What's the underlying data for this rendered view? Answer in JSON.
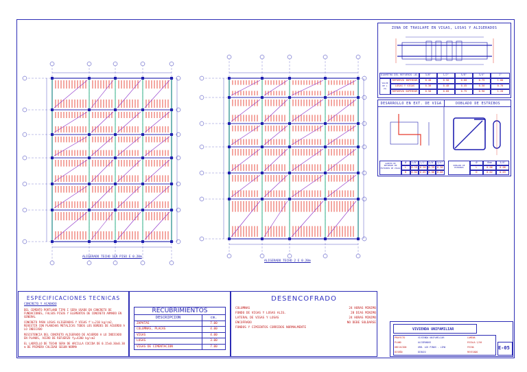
{
  "plans": {
    "left_caption": "ALIGERADO TECHO 1ER PISO E 0.20m",
    "right_caption": "ALIGERADO TECHO 2 E 0.20m"
  },
  "empalme": {
    "title": "ZONA DE TRASLAPE EN VIGAS, LOSAS Y ALIGERADOS",
    "header": [
      "DIAMETRO DEL REFUERZO (Ø)",
      "3/8\"",
      "1/2\"",
      "5/8\"",
      "3/4\"",
      "1\""
    ],
    "side_label": "VALOR DE L (m)",
    "rows": [
      [
        "REFUERZO INFERIOR",
        "0.40",
        "0.50",
        "0.60",
        "0.75",
        "1.00"
      ],
      [
        "LOSAS Y VIGAS",
        "0.30",
        "0.40",
        "0.45",
        "0.50",
        "0.70"
      ],
      [
        "REFUERZO SUPERIOR",
        "0.50",
        "0.60",
        "0.75",
        "0.90",
        "1.20"
      ]
    ]
  },
  "ganchos": {
    "title_left": "DESARROLLO EN EXT. DE VIGA",
    "title_right": "DOBLADO DE ESTRIBOS",
    "left_table_label": "GANCHO DE REFUERZO EN ESTRIBOS DE VIGAS",
    "right_table_label": "DOBLADO DE ESTRIBOS",
    "left_header": [
      "Ø",
      "3/8\"",
      "1/2\"",
      "5/8\"",
      "3/4\""
    ],
    "left_rows": [
      [
        "L",
        "0.15",
        "0.20",
        "0.25",
        "0.30"
      ],
      [
        "D",
        "0.04",
        "0.05",
        "0.06",
        "0.08"
      ]
    ],
    "right_header": [
      "Ø",
      "6mm",
      "3/8\""
    ],
    "right_rows": [
      [
        "L",
        "0.06",
        "0.08"
      ],
      [
        "D",
        "0.02",
        "0.03"
      ]
    ]
  },
  "especificaciones": {
    "title": "ESPECIFICACIONES TECNICAS",
    "subtitle": "CONCRETO Y ACABADO",
    "paragraphs": [
      "DEL CEMENTO PORTLAND TIPO I SERA USADO EN CONCRETO DE FUNDACIONES, FALSOS PISOS Y ELEMENTOS DE CONCRETO ARMADO EN GENERAL",
      "CONCRETO PARA LOSAS ALIGERADAS Y VIGAS f'c=210 kg/cm2, REVESTIR CON PLANCHAS METALICAS TODOS LOS BORDES DE ACUERDO A LO INDICADO",
      "RESISTENCIA DEL CONCRETO ALIGERADO DE ACUERDO A LO INDICADO EN PLANOS, ACERO DE REFUERZO fy=4200 kg/cm2",
      "EL LADRILLO DE TECHO SERA DE ARCILLA COCIDA DE 0.15x0.30x0.30 m DE PRIMERA CALIDAD SEGUN NORMA"
    ]
  },
  "recubrimientos": {
    "title": "RECUBRIMIENTOS",
    "col1": "DESCRIPCION",
    "col2": "cm.",
    "rows": [
      [
        "ZAPATAS",
        "7.00"
      ],
      [
        "COLUMNAS, PLACAS",
        "4.00"
      ],
      [
        "VIGAS",
        "4.00"
      ],
      [
        "LOSAS",
        "3.00"
      ],
      [
        "VIGAS DE CIMENTACION",
        "7.00"
      ]
    ]
  },
  "desencofrado": {
    "title": "DESENCOFRADO",
    "rows": [
      [
        "COLUMNAS",
        "24 HORAS MINIMO"
      ],
      [
        "FONDO DE VIGAS Y LOSAS ALIG.",
        "28 DIAS MINIMO"
      ],
      [
        "LATERAL DE VIGAS Y LOSAS",
        "24 HORAS MINIMO"
      ],
      [
        "ENCOFRADO",
        "NO DEBE SOLDARSE"
      ],
      [
        "FONDOS Y CIMIENTOS CORRIDOS NORMALMENTE",
        ""
      ]
    ]
  },
  "titleblock": {
    "project": "VIVIENDA UNIFAMILIAR",
    "row1": [
      "PROYECTO",
      "VIVIENDA UNIFAMILIAR",
      "LAMINA"
    ],
    "row2": [
      "PLANO",
      "ALIGERADOS",
      "ESCALA 1/50"
    ],
    "row3": [
      "UBICACION",
      "URB. LOS PINOS - LIMA",
      "FECHA"
    ],
    "row4": [
      "DISEÑO",
      "DIBUJO",
      "REVISADO"
    ],
    "sheet": "E-05"
  },
  "colors": {
    "line": "#2b2bb5",
    "rebar": "#e63b2e",
    "beam": "#18a878",
    "diag": "#8a2bc7"
  }
}
